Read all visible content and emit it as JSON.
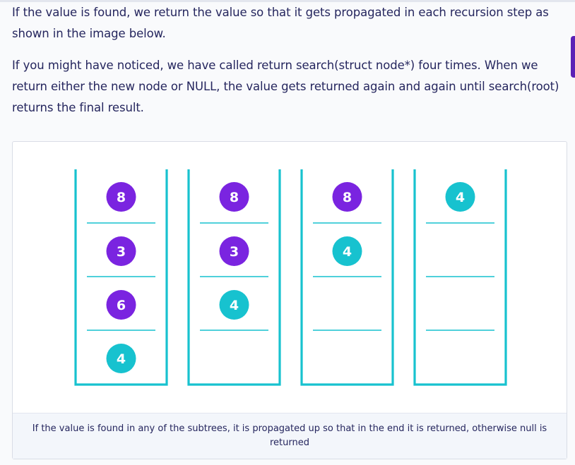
{
  "paragraphs": {
    "p1": "If the value is found, we return the value so that it gets propagated in each recursion step as shown in the image below.",
    "p2": "If you might have noticed, we have called return search(struct node*) four times. When we return either the new node or NULL, the value gets returned again and again until search(root) returns the final result."
  },
  "diagram": {
    "colors": {
      "stack_border": "#17c2cf",
      "node_purple": "#7a24e0",
      "node_teal": "#17c2cf"
    },
    "stacks": [
      {
        "nodes": [
          {
            "value": "8",
            "color": "purple"
          },
          {
            "value": "3",
            "color": "purple"
          },
          {
            "value": "6",
            "color": "purple"
          },
          {
            "value": "4",
            "color": "teal"
          }
        ]
      },
      {
        "nodes": [
          {
            "value": "8",
            "color": "purple"
          },
          {
            "value": "3",
            "color": "purple"
          },
          {
            "value": "4",
            "color": "teal"
          }
        ]
      },
      {
        "nodes": [
          {
            "value": "8",
            "color": "purple"
          },
          {
            "value": "4",
            "color": "teal"
          }
        ]
      },
      {
        "nodes": [
          {
            "value": "4",
            "color": "teal"
          }
        ]
      }
    ]
  },
  "caption": "If the value is found in any of the subtrees, it is propagated up so that in the end it is returned, otherwise null is returned"
}
